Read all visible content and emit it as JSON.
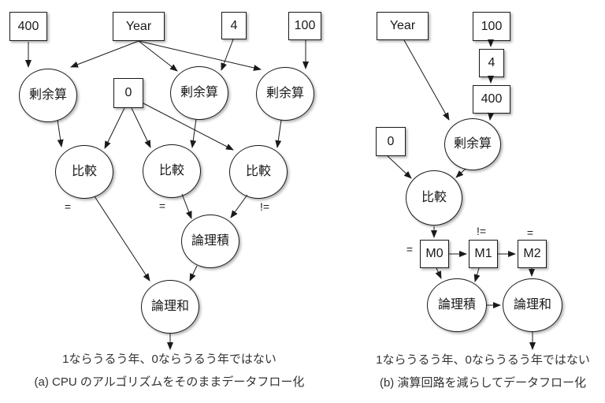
{
  "figure": {
    "background_color": "#ffffff",
    "line_color": "#1a1a1a"
  },
  "diagram_a": {
    "caption": "(a) CPU のアルゴリズムをそのままデータフロー化",
    "result_text": "1ならうるう年、0ならうるう年ではない",
    "nodes": {
      "const_400": "400",
      "input_year": "Year",
      "const_4": "4",
      "const_100": "100",
      "const_0": "0",
      "mod_left": "剰余算",
      "mod_mid": "剰余算",
      "mod_right": "剰余算",
      "cmp_left": "比較",
      "cmp_mid": "比較",
      "cmp_right": "比較",
      "logical_and": "論理積",
      "logical_or": "論理和"
    },
    "edge_labels": {
      "cmp_left_op": "=",
      "cmp_mid_op": "=",
      "cmp_right_op": "!="
    },
    "edges": [
      {
        "from": "const_400",
        "to": "mod_left"
      },
      {
        "from": "input_year",
        "to": "mod_left"
      },
      {
        "from": "input_year",
        "to": "mod_mid"
      },
      {
        "from": "input_year",
        "to": "mod_right"
      },
      {
        "from": "const_4",
        "to": "mod_mid"
      },
      {
        "from": "const_100",
        "to": "mod_right"
      },
      {
        "from": "mod_left",
        "to": "cmp_left"
      },
      {
        "from": "const_0",
        "to": "cmp_left"
      },
      {
        "from": "const_0",
        "to": "cmp_mid"
      },
      {
        "from": "const_0",
        "to": "cmp_right"
      },
      {
        "from": "mod_mid",
        "to": "cmp_mid"
      },
      {
        "from": "mod_right",
        "to": "cmp_right"
      },
      {
        "from": "cmp_left",
        "to": "logical_or"
      },
      {
        "from": "cmp_mid",
        "to": "logical_and"
      },
      {
        "from": "cmp_right",
        "to": "logical_and"
      },
      {
        "from": "logical_and",
        "to": "logical_or"
      },
      {
        "from": "logical_or",
        "to": "result_text"
      }
    ]
  },
  "diagram_b": {
    "caption": "(b) 演算回路を減らしてデータフロー化",
    "result_text": "1ならうるう年、0ならうるう年ではない",
    "nodes": {
      "input_year": "Year",
      "const_100": "100",
      "const_4": "4",
      "const_400": "400",
      "const_0": "0",
      "mod": "剰余算",
      "cmp": "比較",
      "m0": "M0",
      "m1": "M1",
      "m2": "M2",
      "logical_and": "論理積",
      "logical_or": "論理和"
    },
    "edge_labels": {
      "m0_op": "=",
      "m1_op": "!=",
      "m2_op": "="
    },
    "edges": [
      {
        "from": "input_year",
        "to": "mod"
      },
      {
        "from": "const_100",
        "to": "const_4"
      },
      {
        "from": "const_4",
        "to": "const_400"
      },
      {
        "from": "const_400",
        "to": "mod"
      },
      {
        "from": "const_0",
        "to": "cmp"
      },
      {
        "from": "mod",
        "to": "cmp"
      },
      {
        "from": "cmp",
        "to": "m0"
      },
      {
        "from": "m0",
        "to": "m1"
      },
      {
        "from": "m1",
        "to": "m2"
      },
      {
        "from": "m0",
        "to": "logical_and"
      },
      {
        "from": "m1",
        "to": "logical_and"
      },
      {
        "from": "m2",
        "to": "logical_or"
      },
      {
        "from": "logical_and",
        "to": "logical_or"
      },
      {
        "from": "logical_or",
        "to": "result_text"
      }
    ]
  }
}
